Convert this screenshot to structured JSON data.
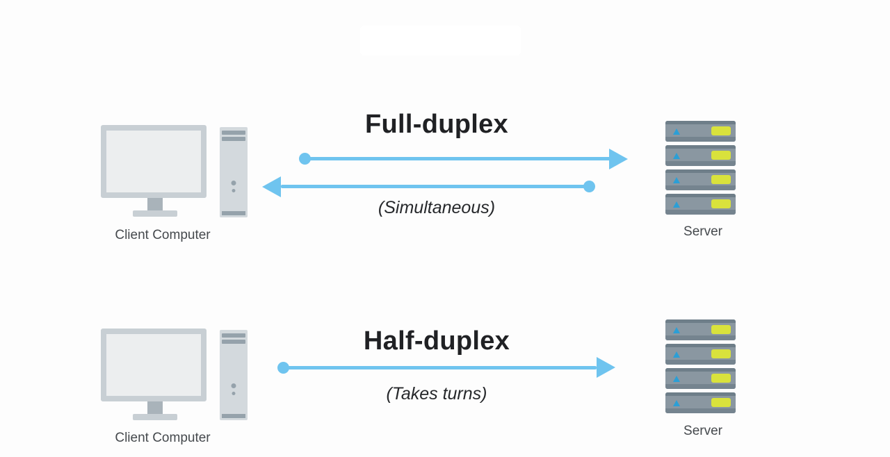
{
  "colors": {
    "bg": "#fdfdfd",
    "watermark": "#ffffff",
    "arrow": "#6fc4ef",
    "title": "#202124",
    "subtitle": "#26282b",
    "label": "#45494d",
    "monitor_frame": "#c8cfd4",
    "monitor_screen": "#eceeef",
    "stand": "#a9b3ba",
    "tower": "#d3d9dd",
    "tower_detail": "#95a2ab",
    "server_body": "#8a97a1",
    "server_top": "#6e7e89",
    "server_dark": "#75848f",
    "led_blue": "#2b9fd6",
    "led_yellow": "#d9e23c"
  },
  "sections": [
    {
      "id": "full-duplex",
      "title": "Full-duplex",
      "subtitle": "(Simultaneous)",
      "client_label": "Client Computer",
      "server_label": "Server",
      "arrows": [
        "client-to-server",
        "server-to-client"
      ]
    },
    {
      "id": "half-duplex",
      "title": "Half-duplex",
      "subtitle": "(Takes turns)",
      "client_label": "Client Computer",
      "server_label": "Server",
      "arrows": [
        "client-to-server"
      ]
    }
  ]
}
